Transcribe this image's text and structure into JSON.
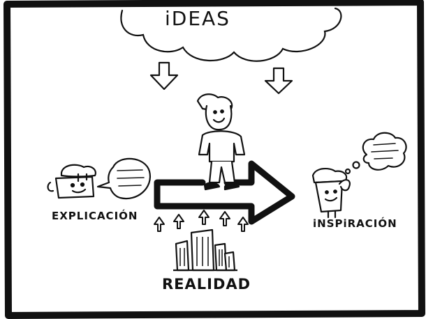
{
  "labels": {
    "ideas": "iDEAS",
    "explicacion": "EXPLICACIÓN",
    "realidad": "REALIDAD",
    "inspiracion": "iNSPiRACIÓN"
  },
  "colors": {
    "ink": "#111111",
    "paper": "#ffffff"
  }
}
